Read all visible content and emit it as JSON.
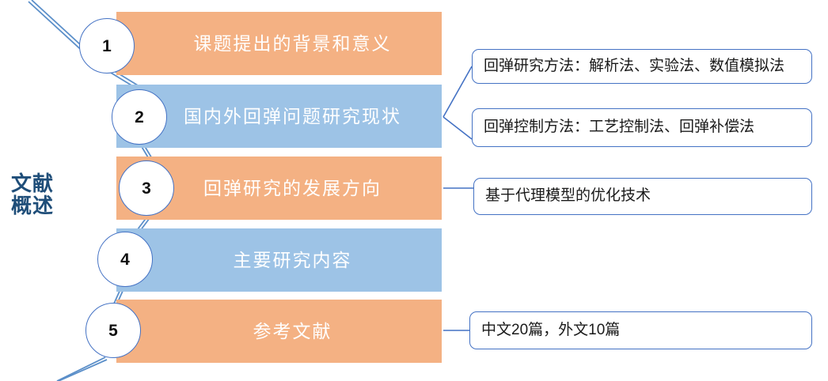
{
  "diagram": {
    "type": "numbered-stage-flow",
    "side_title": {
      "line1": "文献",
      "line2": "概述"
    },
    "colors": {
      "orange_bar": "#F4B183",
      "blue_bar": "#9DC3E6",
      "line_blue": "#4472C4",
      "flow_blue": "#5B8FC9",
      "side_title": "#1F4E79",
      "bar_text": "#FFFFFF",
      "callout_text": "#1A1A1A"
    },
    "stages": [
      {
        "number": "1",
        "label": "课题提出的背景和意义",
        "color": "orange"
      },
      {
        "number": "2",
        "label": "国内外回弹问题研究现状",
        "color": "blue"
      },
      {
        "number": "3",
        "label": "回弹研究的发展方向",
        "color": "orange"
      },
      {
        "number": "4",
        "label": "主要研究内容",
        "color": "blue"
      },
      {
        "number": "5",
        "label": "参考文献",
        "color": "orange"
      }
    ],
    "callouts": [
      {
        "id": "c1",
        "text": "回弹研究方法：解析法、实验法、数值模拟法",
        "from_stage": "2"
      },
      {
        "id": "c2",
        "text": "回弹控制方法：工艺控制法、回弹补偿法",
        "from_stage": "2"
      },
      {
        "id": "c3",
        "text": "基于代理模型的优化技术",
        "from_stage": "3"
      },
      {
        "id": "c4",
        "text": "中文20篇，外文10篇",
        "from_stage": "5"
      }
    ]
  }
}
